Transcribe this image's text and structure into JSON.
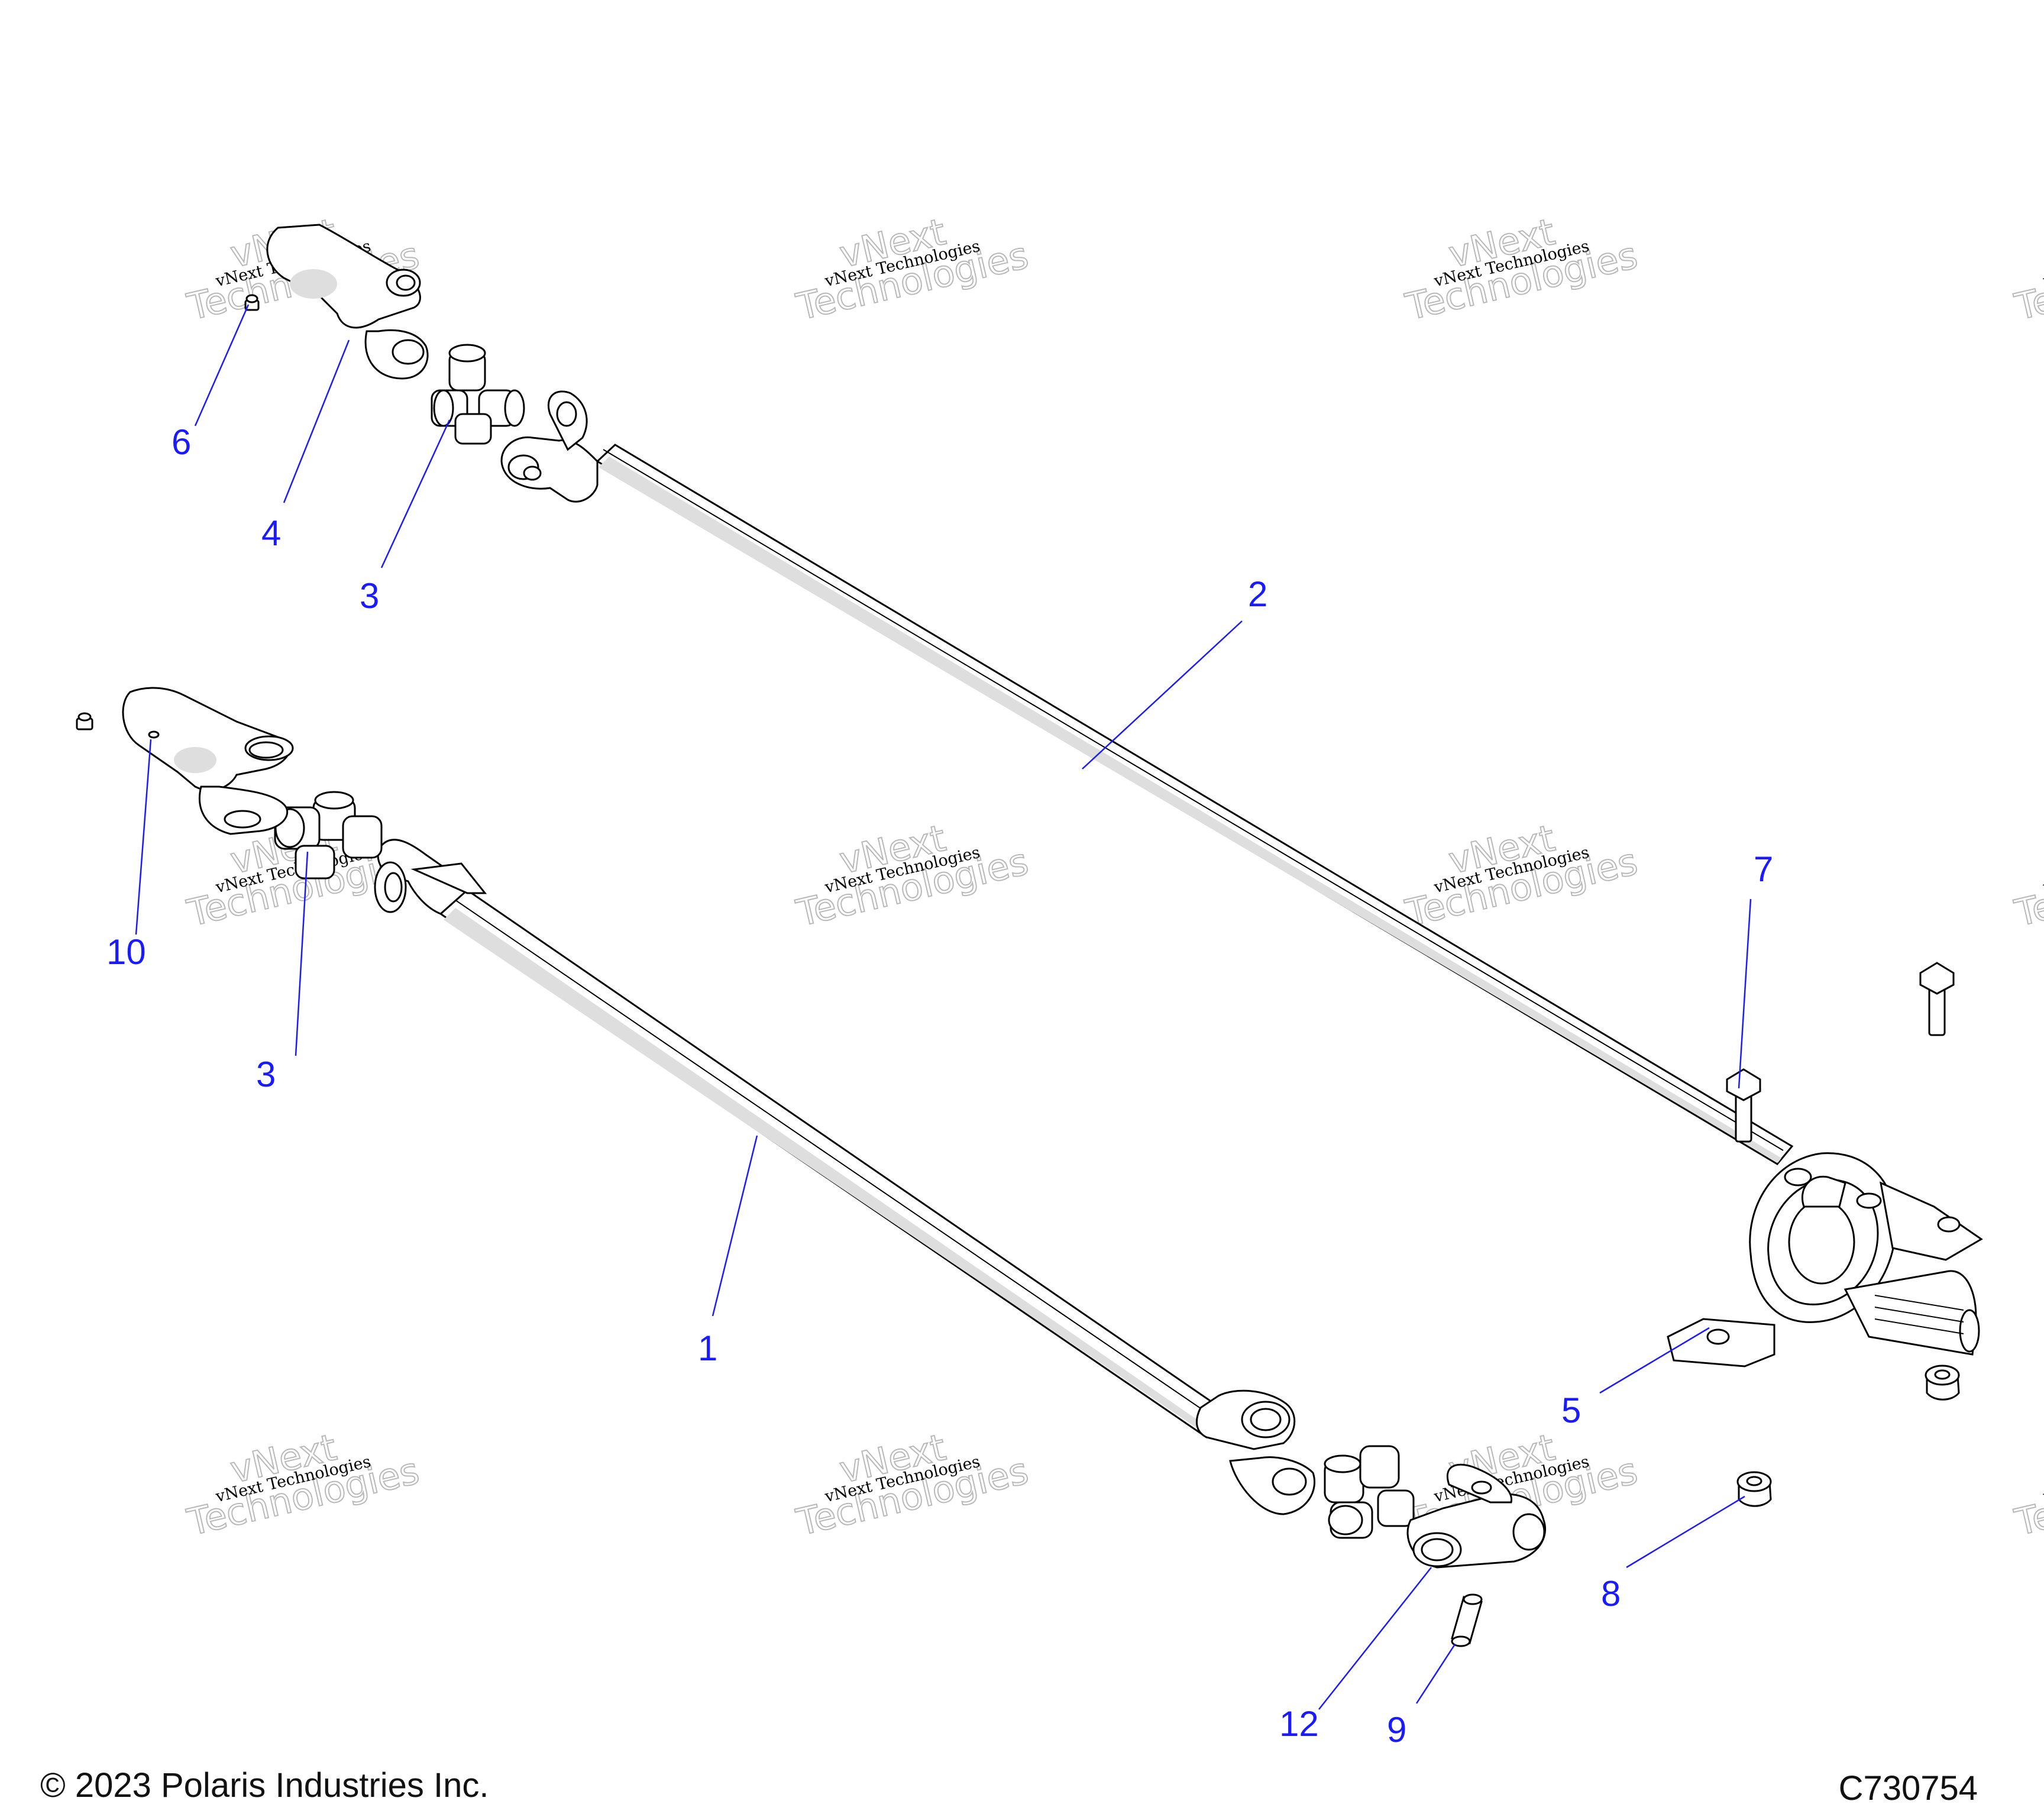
{
  "diagram": {
    "callouts": [
      "1",
      "2",
      "3",
      "3",
      "4",
      "5",
      "6",
      "7",
      "8",
      "9",
      "10",
      "12"
    ],
    "watermark": {
      "brand": "vNext Technologies",
      "line1": "vNext",
      "line2": "Technologies"
    }
  },
  "footer": {
    "copyright": "© 2023 Polaris Industries Inc.",
    "drawing_number": "C730754"
  },
  "colors": {
    "callout": "#1a1aff",
    "line_art": "#000000",
    "shading": "#dedede",
    "watermark": "#b9b9b9"
  }
}
